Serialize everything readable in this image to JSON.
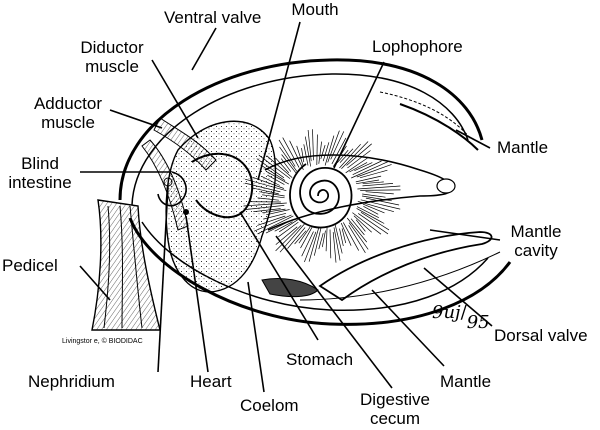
{
  "labels": {
    "ventral_valve": "Ventral valve",
    "mouth": "Mouth",
    "diductor_muscle": [
      "Diductor",
      "muscle"
    ],
    "lophophore": "Lophophore",
    "adductor_muscle": [
      "Adductor",
      "muscle"
    ],
    "mantle_top": "Mantle",
    "blind_intestine": [
      "Blind",
      "intestine"
    ],
    "mantle_cavity": [
      "Mantle",
      "cavity"
    ],
    "pedicel": "Pedicel",
    "dorsal_valve": "Dorsal valve",
    "nephridium": "Nephridium",
    "heart": "Heart",
    "stomach": "Stomach",
    "mantle_bottom": "Mantle",
    "coelom": "Coelom",
    "digestive_cecum": [
      "Digestive",
      "cecum"
    ]
  },
  "credit": "Livingstor e, © BIODIDAC",
  "signature": [
    "9uj",
    "95"
  ]
}
